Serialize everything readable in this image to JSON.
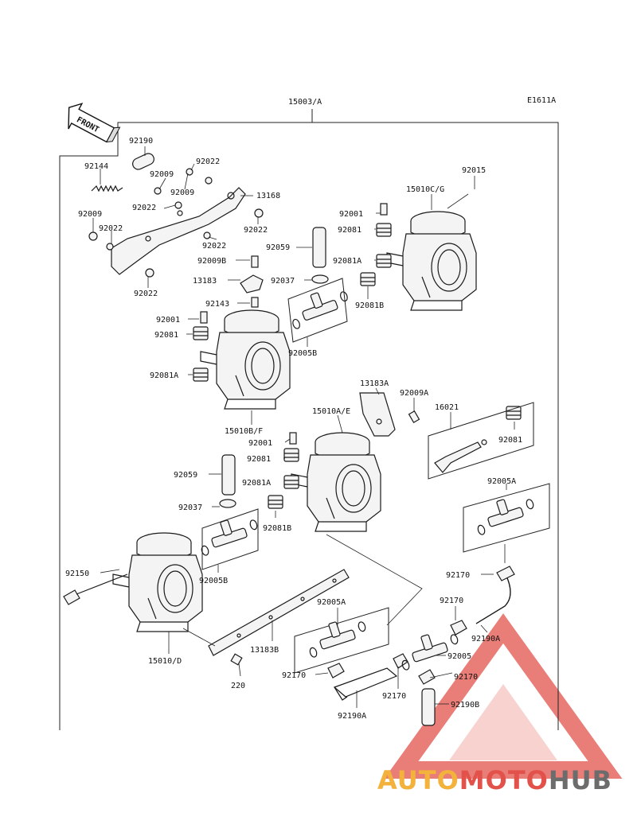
{
  "diagram": {
    "code": "E1611A",
    "assembly_label": "15003/A",
    "front_label": "FRONT",
    "callouts": [
      "92190",
      "92144",
      "92009",
      "92022",
      "92009",
      "92022",
      "92009",
      "13168",
      "92022",
      "92022",
      "92022",
      "92022",
      "92009B",
      "13183",
      "92143",
      "92059",
      "92037",
      "92005B",
      "92001",
      "92081",
      "92081A",
      "92015",
      "15010C/G",
      "92001",
      "92081",
      "92081A",
      "92081B",
      "15010B/F",
      "13183A",
      "92009A",
      "15010A/E",
      "16021",
      "92081",
      "92001",
      "92081",
      "92081A",
      "92081B",
      "92059",
      "92037",
      "92005B",
      "92005A",
      "92150",
      "92170",
      "92170",
      "92190A",
      "15010/D",
      "13183B",
      "92005A",
      "92005",
      "220",
      "92170",
      "92170",
      "92170",
      "92190B",
      "92190A"
    ]
  },
  "watermark": {
    "brand_part1": "AUTO",
    "brand_part2": "MOTO",
    "brand_part3": "HUB",
    "colors": {
      "auto": "#f2b23c",
      "moto": "#e2524a",
      "hub": "#6c6c6c",
      "triangle": "#e2524a"
    }
  }
}
